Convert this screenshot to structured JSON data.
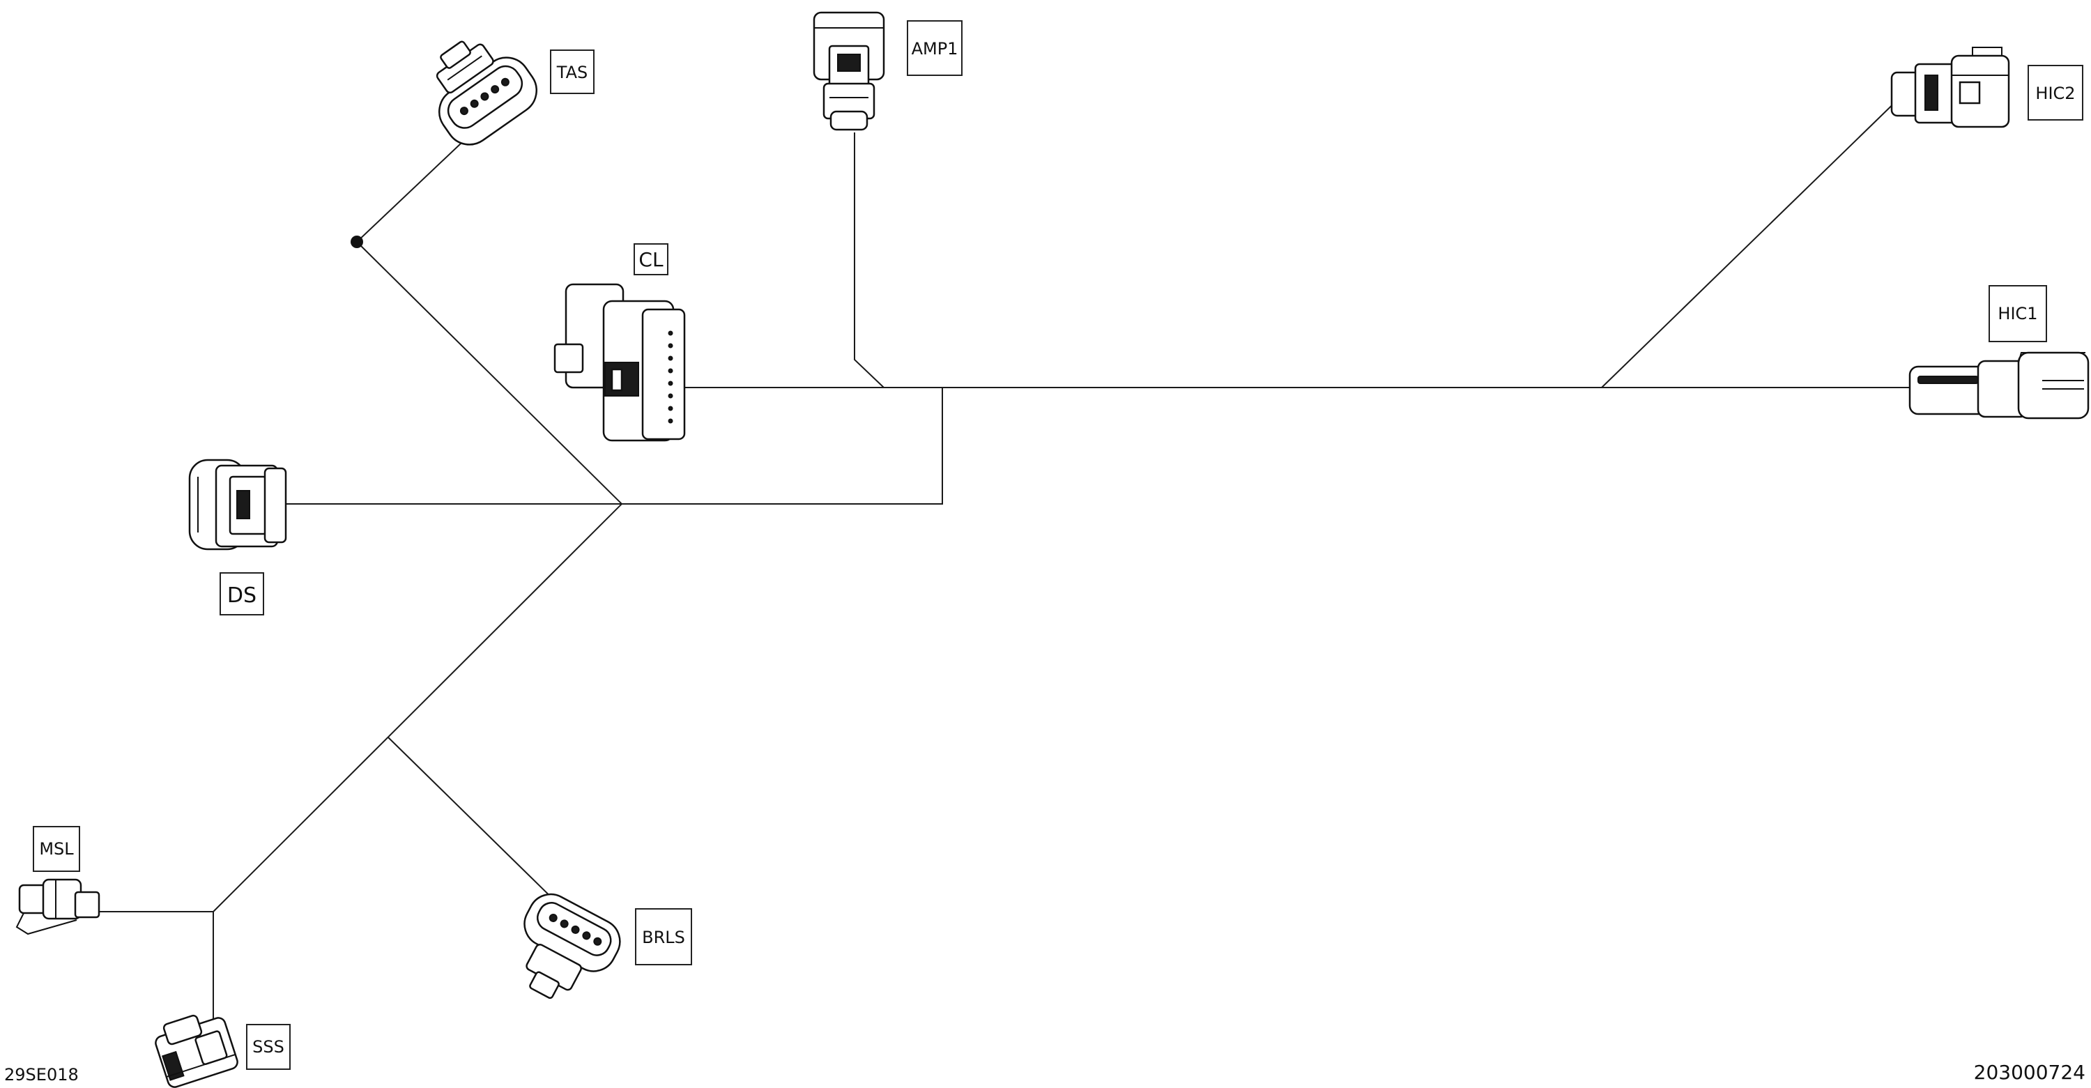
{
  "connectors": {
    "tas": "TAS",
    "amp1": "AMP1",
    "hic2": "HIC2",
    "hic1": "HIC1",
    "cl": "CL",
    "ds": "DS",
    "msl": "MSL",
    "brls": "BRLS",
    "sss": "SSS"
  },
  "footer": {
    "left_code": "29SE018",
    "right_code": "203000724"
  }
}
